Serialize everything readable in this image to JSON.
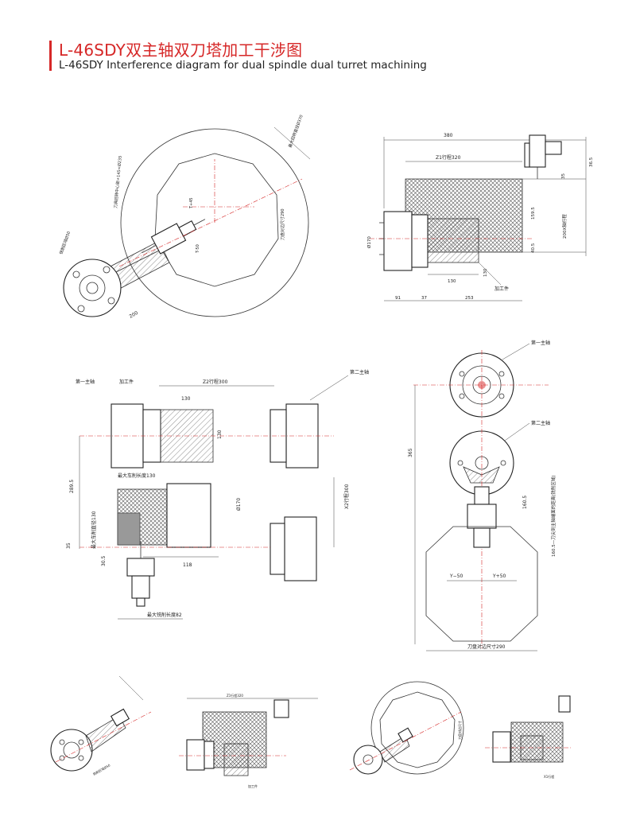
{
  "header": {
    "title_cn": "L-46SDY双主轴双刀塔加工干涉图",
    "title_en": "L-46SDY Interference diagram for dual spindle dual turret machining"
  },
  "view_top_left": {
    "max_swing": "最大回转直径Ø370",
    "turret_size": "刀盘对边尺寸290",
    "tool_rot": "刀具回转中心距+145<Ø235",
    "cut_limit": "铣削区域Ø50",
    "dim_200": "200",
    "t_plus": "T+45",
    "t_minus": "T-50"
  },
  "view_top_right": {
    "dim_380": "380",
    "z1_stroke": "Z1行程320",
    "dim_365": "36.5",
    "dim_35": "35",
    "dim_1595": "159.5",
    "x_stroke": "200X轴行程",
    "dim_405": "40.5",
    "dia_170": "Ø170",
    "dim_130": "130",
    "dim_130v": "130",
    "workpiece": "加工件",
    "dim_91": "91",
    "dim_37": "37",
    "dim_253": "253"
  },
  "view_mid_left": {
    "spindle1": "第一主轴",
    "workpiece": "加工件",
    "z2_stroke": "Z2行程300",
    "spindle2": "第二主轴",
    "dim_130a": "130",
    "dim_130b": "130",
    "max_turn_len": "最大车削长度130",
    "dim_2895": "289.5",
    "max_turn_dia": "最大车削直径130",
    "x2_stroke": "X2行程300",
    "dia_170": "Ø170",
    "dim_35": "35",
    "dim_305": "30.5",
    "dim_118": "118",
    "max_mill_len": "最大铣削长度82"
  },
  "view_mid_right": {
    "spindle1": "第一主轴",
    "spindle2": "第二主轴",
    "dim_365": "365",
    "dim_1605": "160.5",
    "tool_dist": "160.5—刀尖到主轴端面的距离(铣削区域)",
    "y_minus": "Y−50",
    "y_plus": "Y+50",
    "turret_size": "刀盘对边尺寸290"
  },
  "bottom_small_labels": {
    "a": "铣削区域Ø50",
    "b": "Z1行程320",
    "c": "刀盘对边尺寸",
    "d": "加工件",
    "e": "X1行程"
  }
}
